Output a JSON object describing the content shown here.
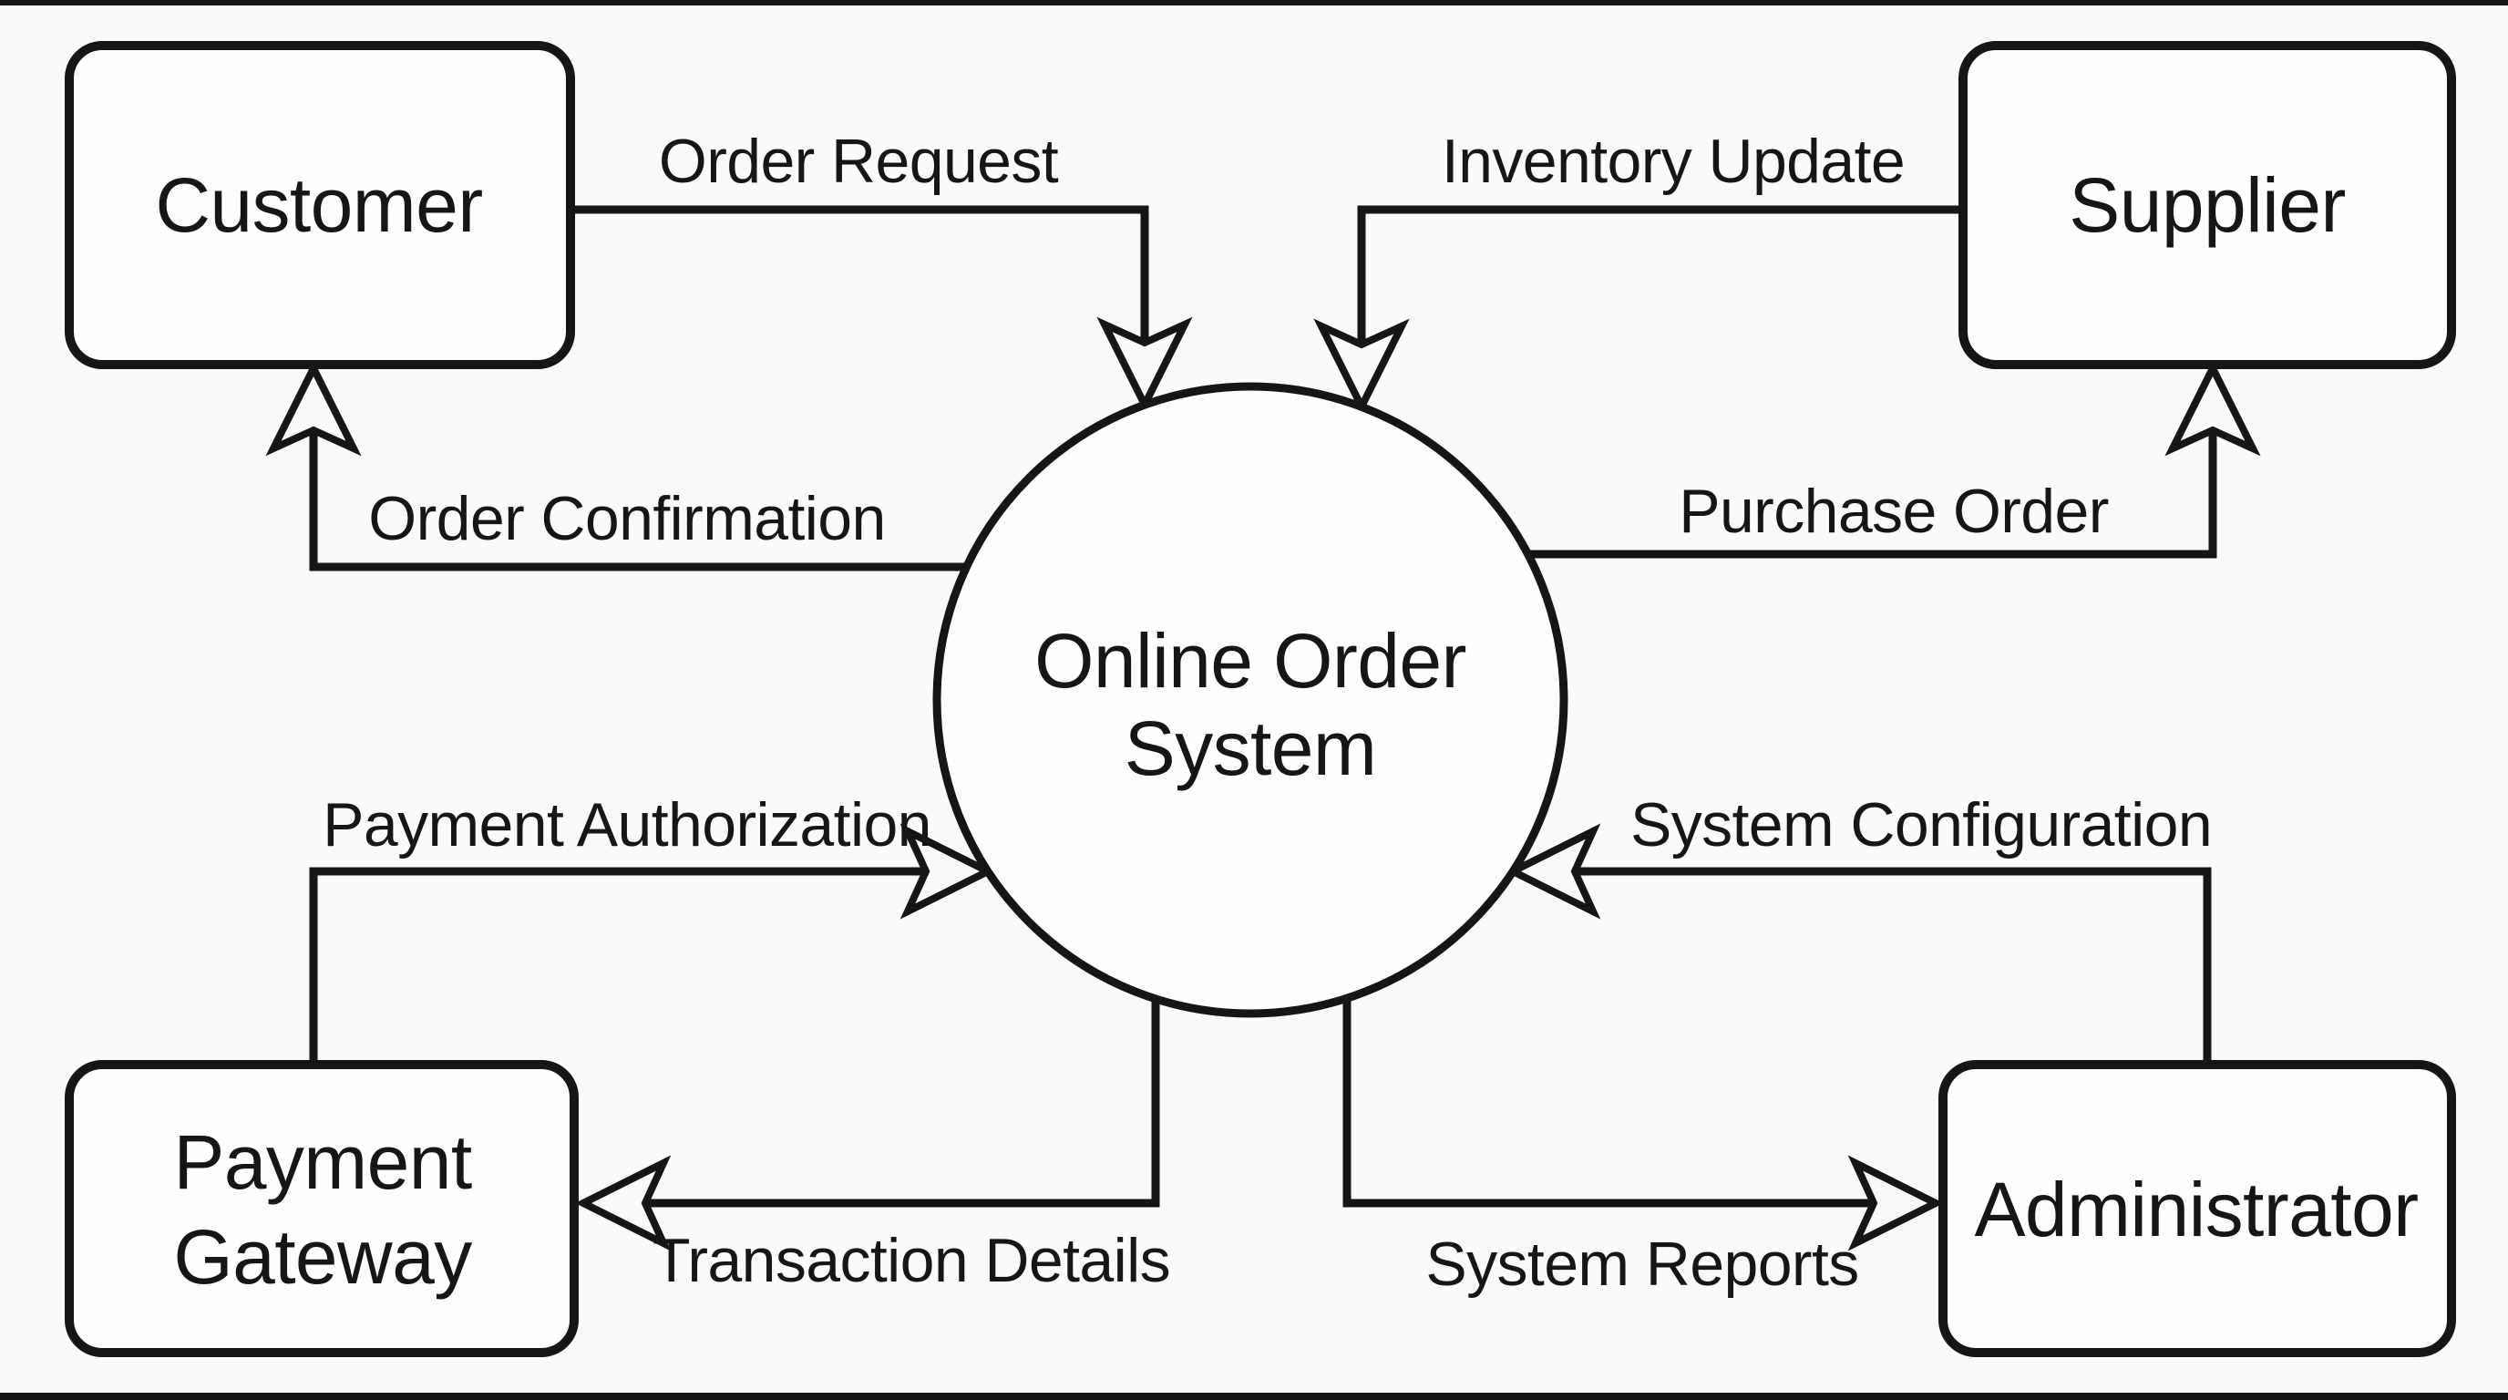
{
  "diagram": {
    "process": {
      "lines": [
        "Online Order",
        "System"
      ]
    },
    "entities": [
      {
        "id": "customer",
        "label": "Customer"
      },
      {
        "id": "supplier",
        "label": "Supplier"
      },
      {
        "id": "payment-gateway",
        "lines": [
          "Payment",
          "Gateway"
        ]
      },
      {
        "id": "administrator",
        "label": "Administrator"
      }
    ],
    "flows": [
      {
        "id": "order-request",
        "label": "Order Request",
        "from": "Customer",
        "to": "Online Order System"
      },
      {
        "id": "inventory-update",
        "label": "Inventory Update",
        "from": "Supplier",
        "to": "Online Order System"
      },
      {
        "id": "order-confirmation",
        "label": "Order Confirmation",
        "from": "Online Order System",
        "to": "Customer"
      },
      {
        "id": "purchase-order",
        "label": "Purchase Order",
        "from": "Online Order System",
        "to": "Supplier"
      },
      {
        "id": "payment-authorization",
        "label": "Payment Authorization",
        "from": "Payment Gateway",
        "to": "Online Order System"
      },
      {
        "id": "transaction-details",
        "label": "Transaction Details",
        "from": "Online Order System",
        "to": "Payment Gateway"
      },
      {
        "id": "system-configuration",
        "label": "System Configuration",
        "from": "Administrator",
        "to": "Online Order System"
      },
      {
        "id": "system-reports",
        "label": "System Reports",
        "from": "Online Order System",
        "to": "Administrator"
      }
    ],
    "colors": {
      "line": "#161616",
      "text": "#161616",
      "background": "#fafaf8",
      "node_fill": "#fefefe"
    }
  }
}
